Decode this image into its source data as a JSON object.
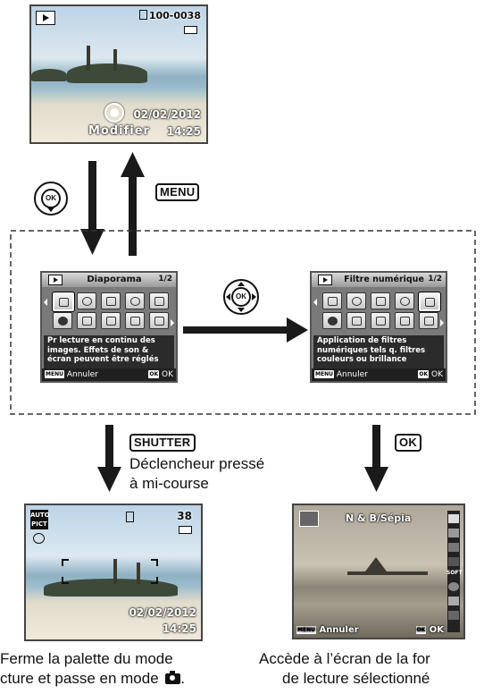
{
  "top_screen": {
    "file_number": "100-0038",
    "date": "02/02/2012",
    "time": "14:25",
    "modify_label": "Modifier"
  },
  "arrows_top": {
    "menu_key": "MENU"
  },
  "palette_left": {
    "title": "Diaporama",
    "page": "1/2",
    "desc_lines": [
      "Pr lecture en continu des",
      "images. Effets de son &",
      "écran peuvent être réglés"
    ],
    "cancel_key": "MENU",
    "cancel_label": "Annuler",
    "ok_key": "OK",
    "ok_label": "OK"
  },
  "palette_right": {
    "title": "Filtre numérique",
    "page": "1/2",
    "desc_lines": [
      "Application de filtres",
      "numériques tels q. filtres",
      "couleurs ou brillance"
    ],
    "cancel_key": "MENU",
    "cancel_label": "Annuler",
    "ok_key": "OK",
    "ok_label": "OK"
  },
  "shutter_step": {
    "key": "SHUTTER",
    "text_line1": "Déclencheur pressé",
    "text_line2": "à mi-course"
  },
  "ok_step": {
    "key": "OK"
  },
  "capture_screen": {
    "mode_badge_line1": "AUTO",
    "mode_badge_line2": "PICT",
    "shots_remaining": "38",
    "date": "02/02/2012",
    "time": "14:25"
  },
  "filter_screen": {
    "filter_name": "N & B/Sépia",
    "cancel_key": "MENU",
    "cancel_label": "Annuler",
    "ok_key": "OK",
    "ok_label": "OK",
    "soft_label": "SOFT"
  },
  "captions": {
    "left_line1": "Ferme la palette du mode",
    "left_line2": "cture et passe en mode",
    "right_line1": "Accède à l’écran de la for",
    "right_line2": "de lecture sélectionné"
  },
  "colors": {
    "arrow": "#1a1a1a",
    "dashed_border": "#333333"
  }
}
